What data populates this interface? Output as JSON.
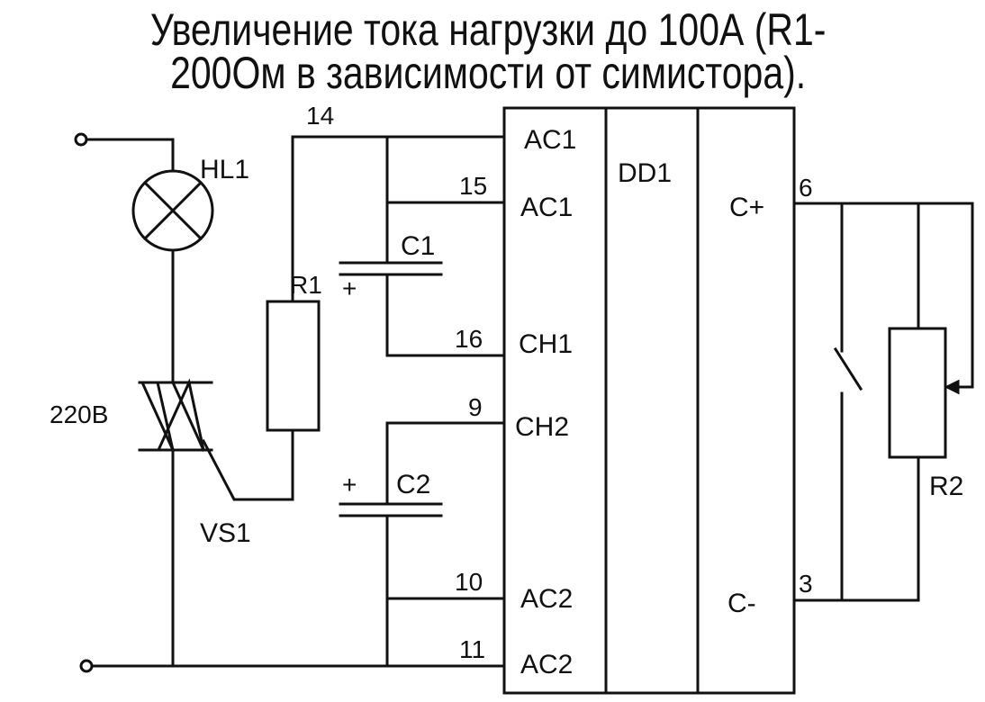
{
  "title": {
    "line1": "Увеличение тока нагрузки до 100А (R1-",
    "line2": "200Ом в зависимости от симистора)."
  },
  "colors": {
    "ink": "#111111",
    "paper": "#ffffff"
  },
  "chip": {
    "name": "DD1",
    "pins_left": [
      {
        "num": "14",
        "label": "AC1"
      },
      {
        "num": "15",
        "label": "AC1"
      },
      {
        "num": "16",
        "label": "CH1"
      },
      {
        "num": "9",
        "label": "CH2"
      },
      {
        "num": "10",
        "label": "AC2"
      },
      {
        "num": "11",
        "label": "AC2"
      }
    ],
    "pins_right": [
      {
        "num": "6",
        "label": "C+"
      },
      {
        "num": "3",
        "label": "C-"
      }
    ]
  },
  "components": {
    "lamp": "HL1",
    "triac": "VS1",
    "resistor_gate": "R1",
    "capacitor_1": "C1",
    "capacitor_2": "C2",
    "variable_resistor": "R2",
    "plus_sign": "+"
  },
  "supply": "220В"
}
